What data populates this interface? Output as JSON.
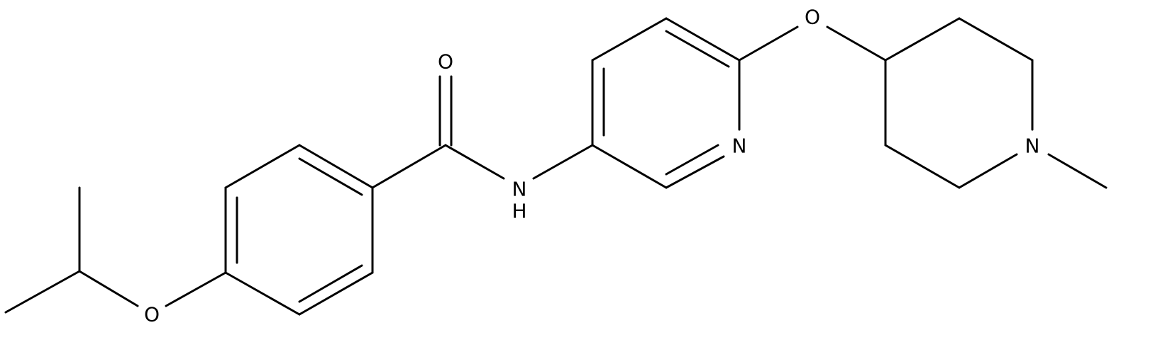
{
  "molecule": {
    "atoms": {
      "carbonyl_o": "O",
      "amide_n": "N",
      "amide_h": "H",
      "pyridine_n": "N",
      "ether_o_pyridyl": "O",
      "piperidine_n": "N",
      "ether_o_isopropyl": "O"
    }
  }
}
